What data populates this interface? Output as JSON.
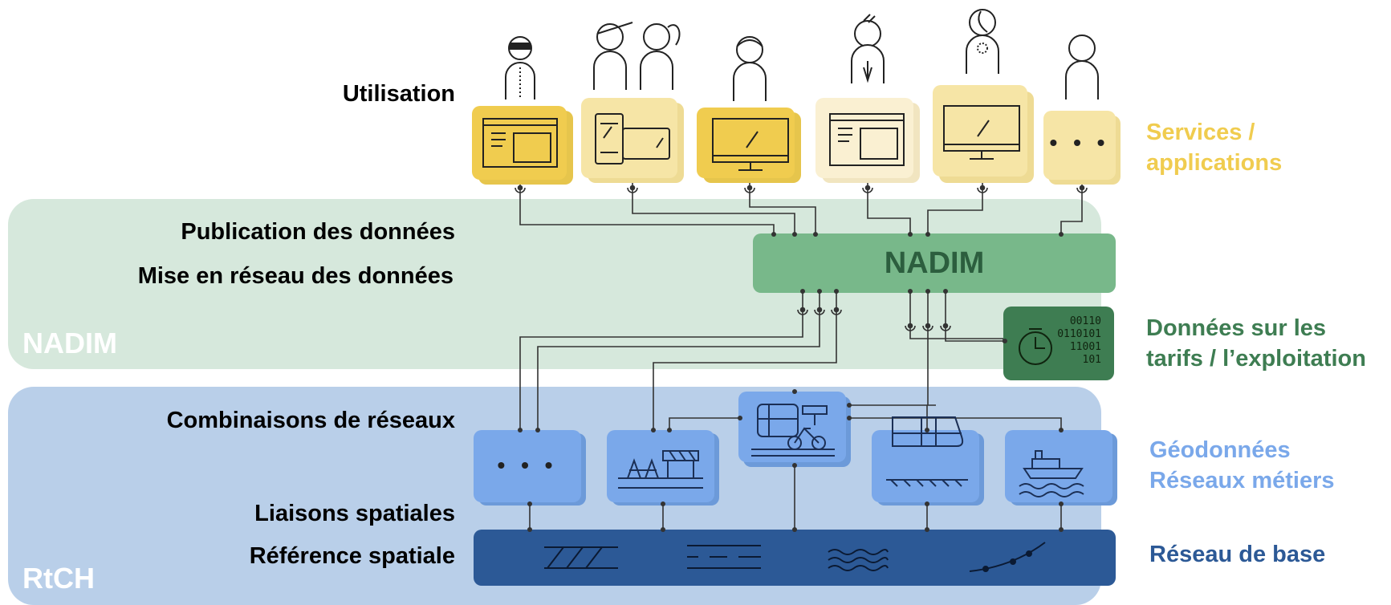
{
  "layers": {
    "utilisation": "Utilisation",
    "publication": "Publication des données",
    "mise_en_reseau": "Mise en réseau des données",
    "combinaisons": "Combinaisons de réseaux",
    "liaisons": "Liaisons spatiales",
    "reference": "Référence spatiale"
  },
  "zones": {
    "nadim": "NADIM",
    "rtch": "RtCH"
  },
  "hub": {
    "title": "NADIM"
  },
  "right_labels": {
    "services": [
      "Services /",
      "applications"
    ],
    "donnees": [
      "Données sur les",
      "tarifs / l’exploitation"
    ],
    "geodonnees": [
      "Géodonnées",
      "Réseaux métiers"
    ],
    "reseau_base": "Réseau de base"
  },
  "ellipsis": "• • •",
  "colors": {
    "nadim_zone": "#d6e8dc",
    "rtch_zone": "#b9cfe9",
    "hub": "#78b88a",
    "hub_text": "#2c5e3e",
    "service_yellow": "#f0cc4f",
    "geo_blue": "#7aa8ea",
    "base_blue": "#2c5996",
    "tariff_green": "#3e7d52",
    "label_yellow": "#f0cc4f",
    "label_green": "#3e7d52",
    "label_lightblue": "#7aa8ea",
    "label_darkblue": "#2c5996"
  },
  "icons": [
    "person-icon",
    "browser-window-icon",
    "tablet-phone-icon",
    "monitor-icon",
    "binary-clock-icon",
    "train-bike-icon",
    "construction-barrier-icon",
    "train-icon",
    "ship-icon",
    "rail-track-icon",
    "road-lanes-icon",
    "water-waves-icon",
    "line-nodes-icon"
  ]
}
